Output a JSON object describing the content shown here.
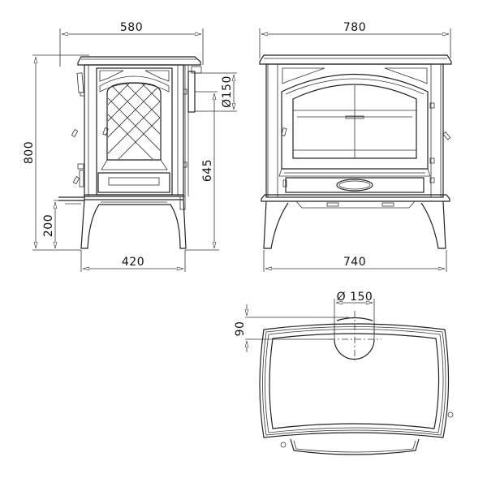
{
  "drawing": {
    "type": "technical dimension drawing",
    "subject": "cast iron wood stove",
    "line_color": "#222222",
    "background": "#ffffff",
    "units_implied": "mm"
  },
  "views": {
    "side": {
      "label": "side-view",
      "dimensions": {
        "overall_depth": "580",
        "overall_height": "800",
        "leg_height": "200",
        "leg_span": "420",
        "flue_center_height": "645",
        "flue_diameter": "Ø150"
      }
    },
    "front": {
      "label": "front-view",
      "dimensions": {
        "overall_width": "780",
        "leg_span": "740"
      }
    },
    "top": {
      "label": "top-view",
      "dimensions": {
        "flue_diameter": "Ø 150",
        "flue_offset": "90"
      }
    }
  }
}
